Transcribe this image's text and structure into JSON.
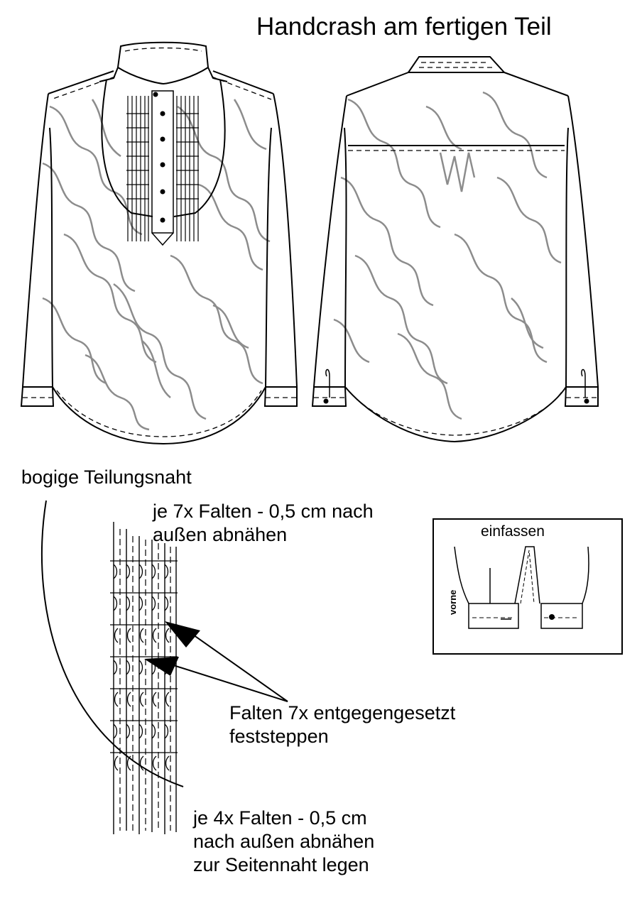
{
  "title": "Handcrash am fertigen Teil",
  "labels": {
    "curved_seam": "bogige Teilungsnaht",
    "pleats_7x_line1": "je 7x Falten - 0,5 cm nach",
    "pleats_7x_line2": "außen abnähen",
    "opposite_line1": "Falten 7x entgegengesetzt",
    "opposite_line2": "feststeppen",
    "pleats_4x_line1": "je 4x Falten - 0,5 cm",
    "pleats_4x_line2": "nach außen abnähen",
    "pleats_4x_line3": "zur Seitennaht legen",
    "detail_bind": "einfassen",
    "detail_front": "vorne"
  },
  "colors": {
    "line": "#000000",
    "crash": "#8c8c8c"
  }
}
